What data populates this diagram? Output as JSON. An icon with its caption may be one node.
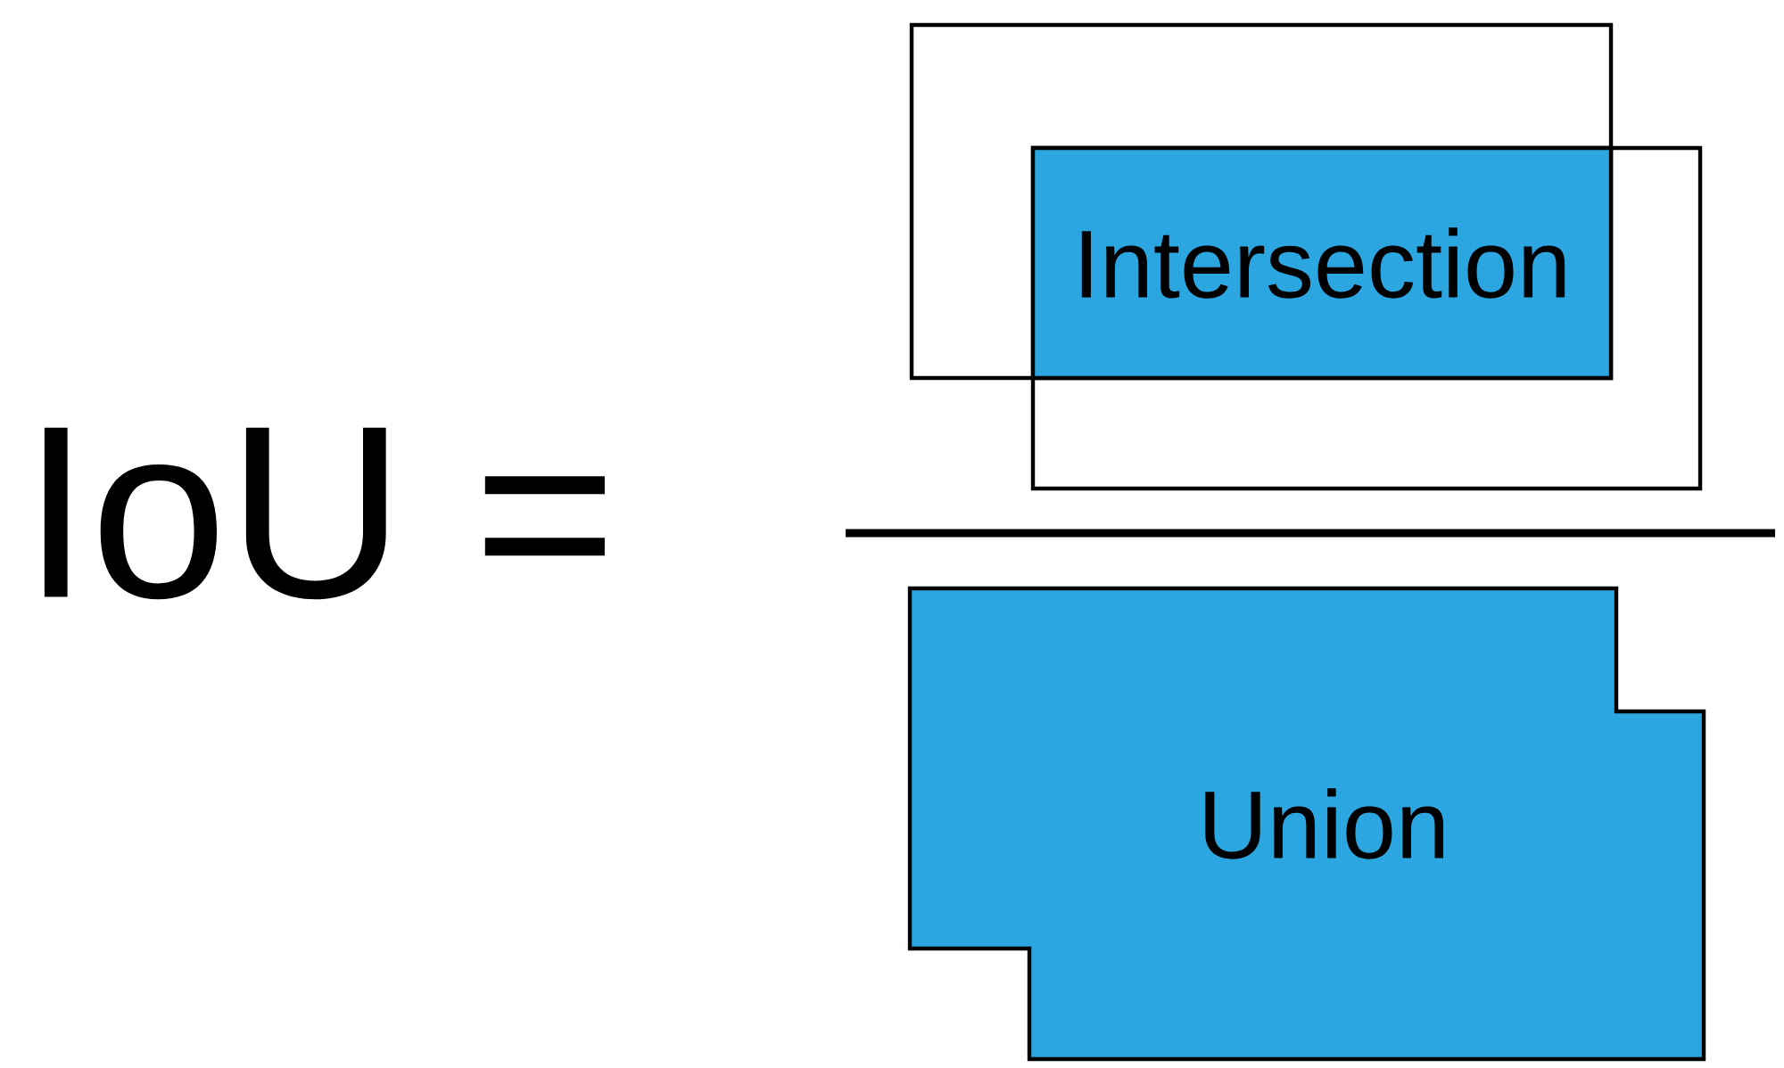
{
  "diagram": {
    "nodes": [
      {
        "text": [],
        "shape": "box"
      },
      {
        "text": [],
        "shape": "box"
      },
      {
        "text": [
          "Intersection"
        ]
      },
      {
        "text": [
          "Union"
        ]
      }
    ],
    "labels": [
      "IoU ="
    ]
  }
}
